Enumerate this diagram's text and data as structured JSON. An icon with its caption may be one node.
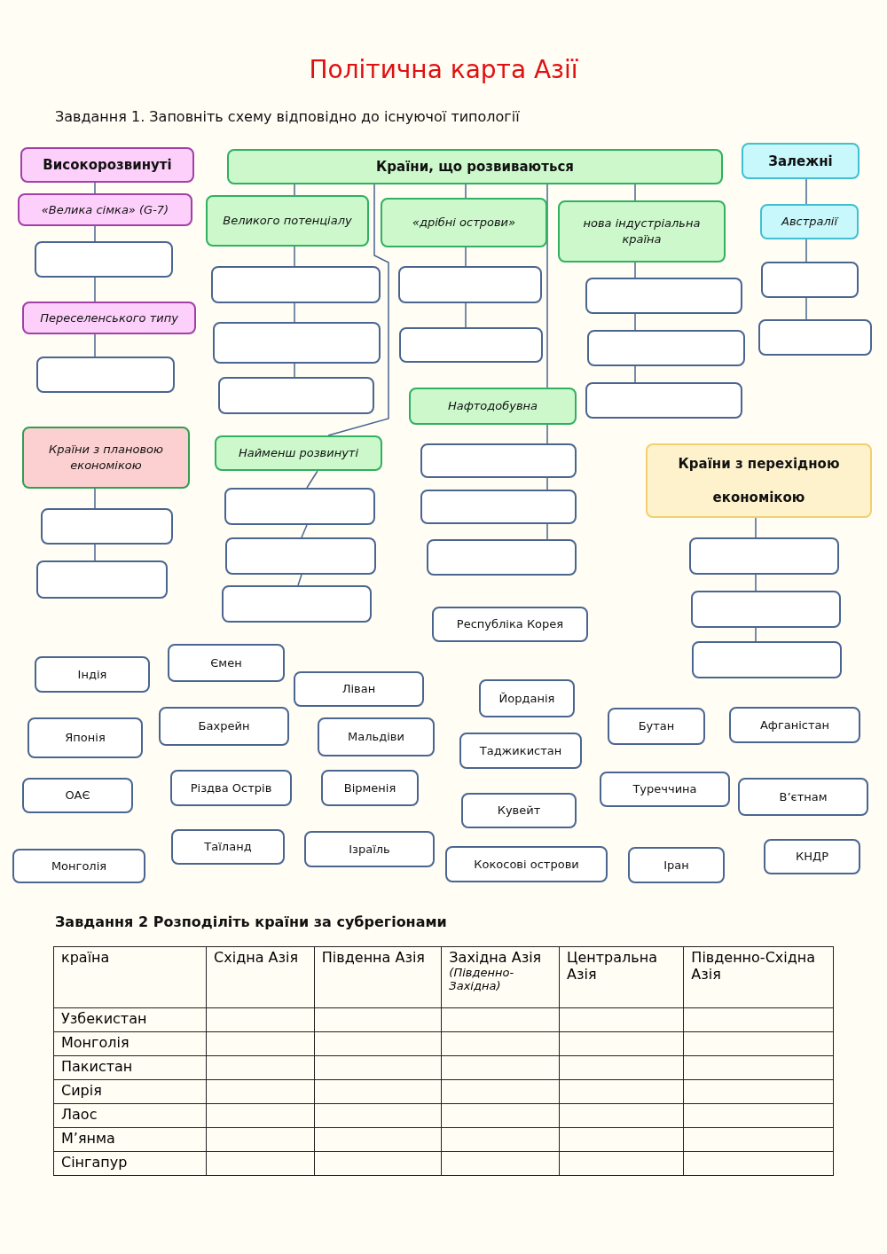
{
  "diagram": {
    "title": "Політична карта Азії",
    "nodes": [
      {
        "text": [
          "Високорозвинуті"
        ]
      },
      {
        "text": [
          "«Велика сімка» (G-7)"
        ]
      },
      {
        "text": [],
        "shape": "box"
      },
      {
        "text": [
          "Переселенського типу"
        ]
      },
      {
        "text": [],
        "shape": "box"
      },
      {
        "text": [
          "Країни, що розвиваються"
        ]
      },
      {
        "text": [
          "Великого потенціалу"
        ]
      },
      {
        "text": [],
        "shape": "box"
      },
      {
        "text": [],
        "shape": "box"
      },
      {
        "text": [],
        "shape": "box"
      },
      {
        "text": [
          "Найменш розвинуті"
        ]
      },
      {
        "text": [],
        "shape": "box"
      },
      {
        "text": [],
        "shape": "box"
      },
      {
        "text": [],
        "shape": "box"
      },
      {
        "text": [
          "«дрібні острови»"
        ]
      },
      {
        "text": [],
        "shape": "box"
      },
      {
        "text": [],
        "shape": "box"
      },
      {
        "text": [
          "Нафтодобувна"
        ]
      },
      {
        "text": [],
        "shape": "box"
      },
      {
        "text": [],
        "shape": "box"
      },
      {
        "text": [],
        "shape": "box"
      },
      {
        "text": [
          "нова індустріальна країна"
        ]
      },
      {
        "text": [],
        "shape": "box"
      },
      {
        "text": [],
        "shape": "box"
      },
      {
        "text": [],
        "shape": "box"
      },
      {
        "text": [
          "Залежні"
        ]
      },
      {
        "text": [
          "Австралії"
        ]
      },
      {
        "text": [],
        "shape": "box"
      },
      {
        "text": [],
        "shape": "box"
      },
      {
        "text": [
          "Країни з плановою економікою"
        ]
      },
      {
        "text": [],
        "shape": "box"
      },
      {
        "text": [],
        "shape": "box"
      },
      {
        "text": [
          "Країни з перехідною економікою"
        ]
      },
      {
        "text": [],
        "shape": "box"
      },
      {
        "text": [],
        "shape": "box"
      },
      {
        "text": [],
        "shape": "box"
      },
      {
        "text": [
          "Республіка Корея"
        ]
      },
      {
        "text": [
          "Ємен"
        ]
      },
      {
        "text": [
          "Індія"
        ]
      },
      {
        "text": [
          "Ліван"
        ]
      },
      {
        "text": [
          "Йорданія"
        ]
      },
      {
        "text": [
          "Японія"
        ]
      },
      {
        "text": [
          "Бахрейн"
        ]
      },
      {
        "text": [
          "Мальдіви"
        ]
      },
      {
        "text": [
          "Бутан"
        ]
      },
      {
        "text": [
          "Афганістан"
        ]
      },
      {
        "text": [
          "Таджикистан"
        ]
      },
      {
        "text": [
          "ОАЄ"
        ]
      },
      {
        "text": [
          "Різдва Острів"
        ]
      },
      {
        "text": [
          "Вірменія"
        ]
      },
      {
        "text": [
          "Туреччина"
        ]
      },
      {
        "text": [
          "В’єтнам"
        ]
      },
      {
        "text": [
          "Кувейт"
        ]
      },
      {
        "text": [
          "Таїланд"
        ]
      },
      {
        "text": [
          "Ізраїль"
        ]
      },
      {
        "text": [
          "Монголія"
        ]
      },
      {
        "text": [
          "Кокосові острови"
        ]
      },
      {
        "text": [
          "Іран"
        ]
      },
      {
        "text": [
          "КНДР"
        ]
      }
    ],
    "edges": [
      {
        "from": 0,
        "to": 1,
        "arrow": "none"
      },
      {
        "from": 1,
        "to": 2,
        "arrow": "none"
      },
      {
        "from": 2,
        "to": 3,
        "arrow": "none"
      },
      {
        "from": 3,
        "to": 4,
        "arrow": "none"
      },
      {
        "from": 5,
        "to": 6,
        "arrow": "none"
      },
      {
        "from": 6,
        "to": 7,
        "arrow": "none"
      },
      {
        "from": 7,
        "to": 8,
        "arrow": "none"
      },
      {
        "from": 8,
        "to": 9,
        "arrow": "none"
      },
      {
        "from": 5,
        "to": 10,
        "arrow": "none"
      },
      {
        "from": 10,
        "to": 11,
        "arrow": "none"
      },
      {
        "from": 11,
        "to": 12,
        "arrow": "none"
      },
      {
        "from": 12,
        "to": 13,
        "arrow": "none"
      },
      {
        "from": 5,
        "to": 14,
        "arrow": "none"
      },
      {
        "from": 14,
        "to": 15,
        "arrow": "none"
      },
      {
        "from": 15,
        "to": 16,
        "arrow": "none"
      },
      {
        "from": 5,
        "to": 17,
        "arrow": "none"
      },
      {
        "from": 17,
        "to": 18,
        "arrow": "none"
      },
      {
        "from": 18,
        "to": 19,
        "arrow": "none"
      },
      {
        "from": 19,
        "to": 20,
        "arrow": "none"
      },
      {
        "from": 5,
        "to": 21,
        "arrow": "none"
      },
      {
        "from": 21,
        "to": 22,
        "arrow": "none"
      },
      {
        "from": 22,
        "to": 23,
        "arrow": "none"
      },
      {
        "from": 23,
        "to": 24,
        "arrow": "none"
      },
      {
        "from": 25,
        "to": 26,
        "arrow": "none"
      },
      {
        "from": 26,
        "to": 27,
        "arrow": "none"
      },
      {
        "from": 27,
        "to": 28,
        "arrow": "none"
      },
      {
        "from": 29,
        "to": 30,
        "arrow": "none"
      },
      {
        "from": 30,
        "to": 31,
        "arrow": "none"
      },
      {
        "from": 32,
        "to": 33,
        "arrow": "none"
      },
      {
        "from": 33,
        "to": 34,
        "arrow": "none"
      },
      {
        "from": 34,
        "to": 35,
        "arrow": "none"
      }
    ],
    "labels": [
      "Завдання 1. Заповніть схему відповідно до існуючої типології",
      "Завдання 2 Розподіліть країни за субрегіонами",
      "країна",
      "Східна Азія",
      "Південна Азія",
      "Західна Азія",
      "(Південно-Західна)",
      "Центральна Азія",
      "Південно-Східна Азія",
      "Узбекистан",
      "Монголія",
      "Пакистан",
      "Сирія",
      "Лаос",
      "М’янма",
      "Сінгапур"
    ]
  }
}
